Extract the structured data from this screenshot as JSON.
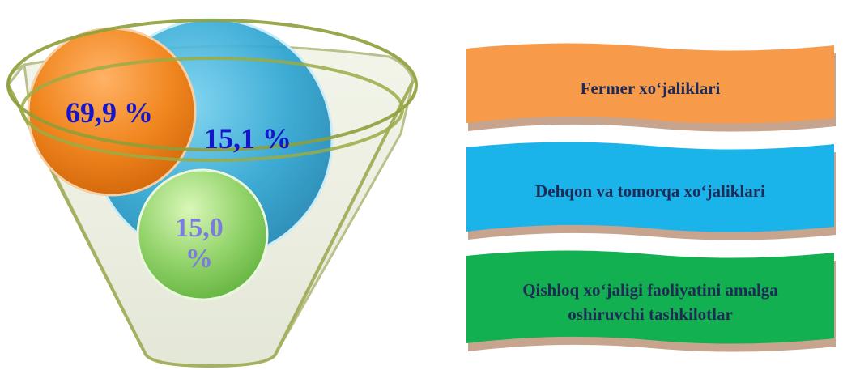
{
  "segments": [
    {
      "value_label": "69,9 %",
      "color": "#f08a24"
    },
    {
      "value_label": "15,1 %",
      "color": "#2ea8d6"
    },
    {
      "value_label_line1": "15,0",
      "value_label_line2": "%",
      "color": "#8fd16a"
    }
  ],
  "legend": [
    {
      "label": "Fermer xo‘jaliklari",
      "color": "#f79a4a"
    },
    {
      "label": "Dehqon va tomorqa xo‘jaliklari",
      "color": "#1ab3ea"
    },
    {
      "label": "Qishloq xo‘jaligi faoliyatini amalga oshiruvchi tashkilotlar",
      "color": "#12b050"
    }
  ],
  "colors": {
    "funnel_rim": "#9aaa45",
    "label_dark_blue": "#1515cc",
    "label_light_blue": "#7c7cdc",
    "banner_edge": "#c8a58f"
  }
}
